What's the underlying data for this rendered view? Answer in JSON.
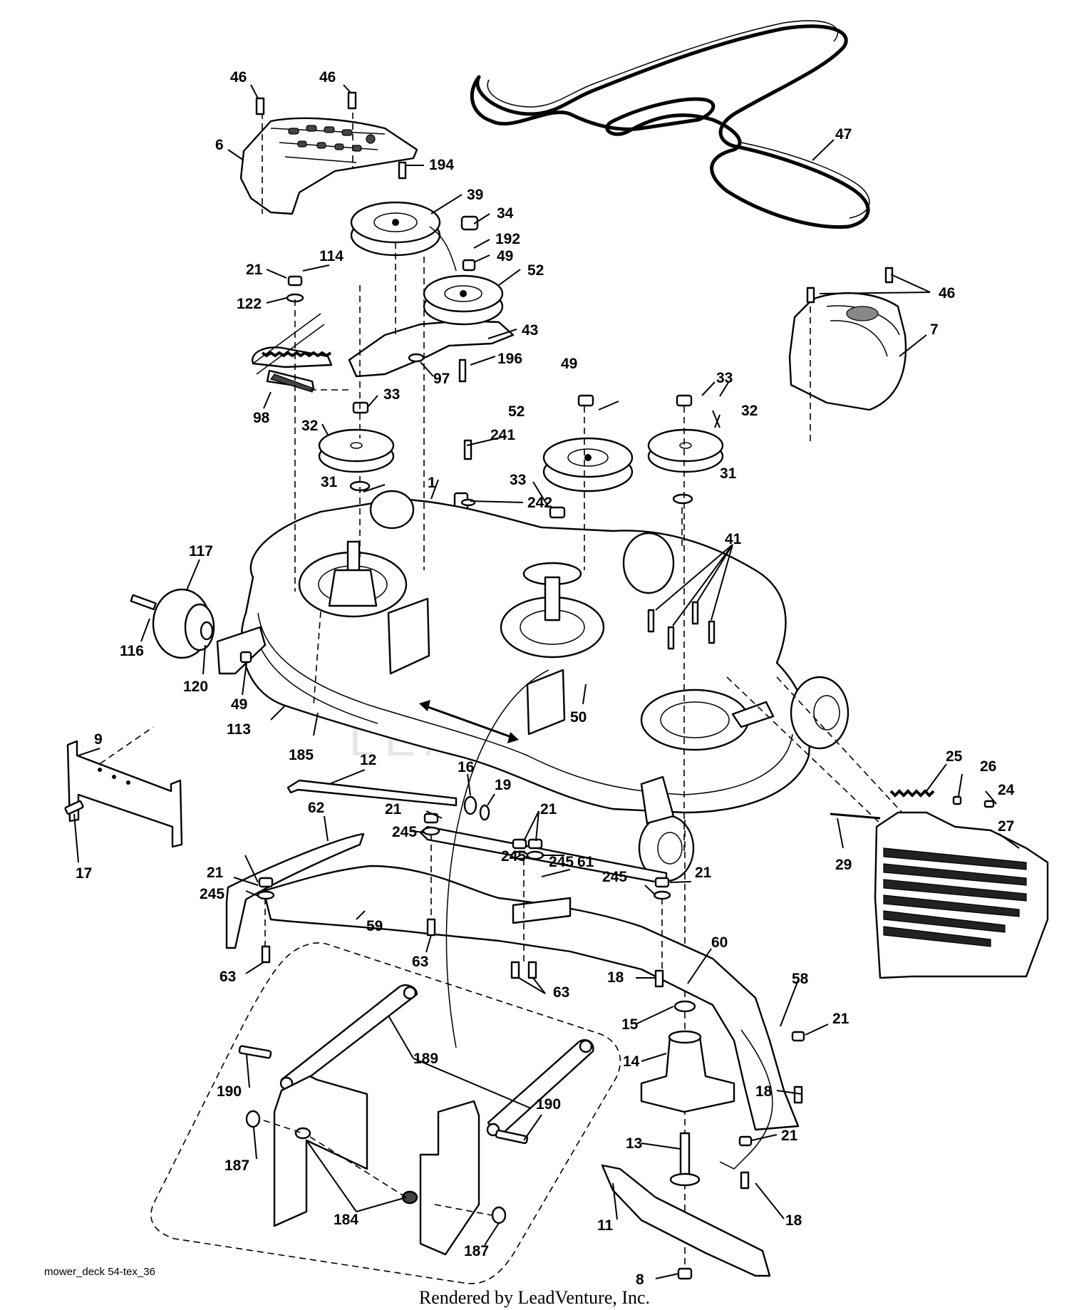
{
  "drawing_id": "mower_deck 54-tex_36",
  "credit": "Rendered by LeadVenture, Inc.",
  "watermark": "LEADVENTURE",
  "callouts": [
    "46",
    "46",
    "6",
    "194",
    "39",
    "34",
    "192",
    "49",
    "52",
    "114",
    "21",
    "122",
    "43",
    "196",
    "97",
    "98",
    "33",
    "32",
    "49",
    "52",
    "33",
    "32",
    "241",
    "33",
    "242",
    "31",
    "31",
    "1",
    "41",
    "117",
    "116",
    "120",
    "49",
    "50",
    "113",
    "185",
    "9",
    "17",
    "12",
    "16",
    "19",
    "25",
    "26",
    "24",
    "27",
    "29",
    "62",
    "21",
    "21",
    "21",
    "245",
    "245",
    "245",
    "61",
    "21",
    "245",
    "245",
    "59",
    "63",
    "63",
    "63",
    "60",
    "18",
    "15",
    "58",
    "21",
    "14",
    "18",
    "13",
    "21",
    "189",
    "190",
    "190",
    "187",
    "184",
    "187",
    "11",
    "18",
    "8",
    "47",
    "46",
    "7"
  ]
}
